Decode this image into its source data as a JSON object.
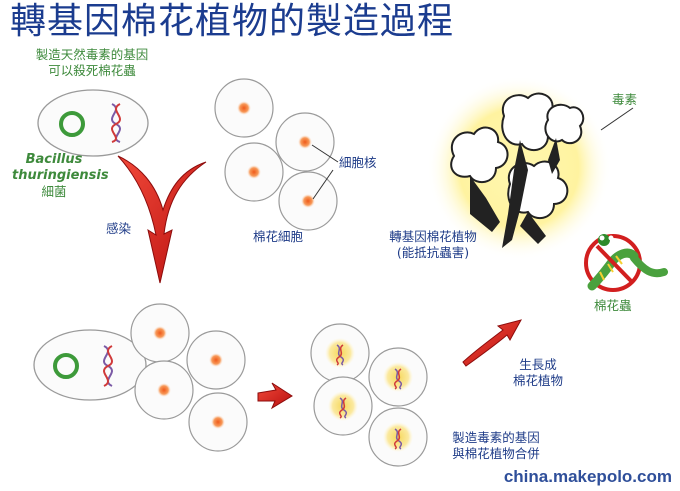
{
  "title": "轉基因棉花植物的製造過程",
  "labels": {
    "toxin_gene_line1": "製造天然毒素的基因",
    "toxin_gene_line2": "可以殺死棉花蟲",
    "bacillus_line1": "Bacillus",
    "bacillus_line2": "thuringiensis",
    "bacillus_line3": "細菌",
    "infect": "感染",
    "nucleus": "細胞核",
    "cotton_cell": "棉花細胞",
    "toxin": "毒素",
    "transgenic_line1": "轉基因棉花植物",
    "transgenic_line2": "(能抵抗蟲害)",
    "cotton_bug": "棉花蟲",
    "grow_line1": "生長成",
    "grow_line2": "棉花植物",
    "combine_line1": "製造毒素的基因",
    "combine_line2": "與棉花植物合併"
  },
  "watermark": "china.makepolo.com",
  "colors": {
    "title": "#1b3c8f",
    "green_text": "#3e8a3c",
    "blue_text": "#1f3c88",
    "arrow_red": "#d21f1f",
    "nucleus": "#f07a3a",
    "plasmid": "#3d9a3a",
    "glow": "#fff4a8"
  }
}
